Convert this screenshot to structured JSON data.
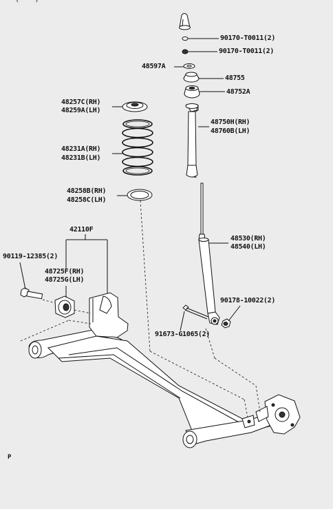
{
  "header_fragment": "(    )",
  "footer_mark": "P",
  "labels": {
    "nut_upper_1": "90170-T0011(2)",
    "nut_upper_2": "90170-T0011(2)",
    "washer": "48597A",
    "support_upper": "48755",
    "support_lower": "48752A",
    "spring_upper_seat_rh": "48257C(RH)",
    "spring_upper_seat_lh": "48259A(LH)",
    "bound_stopper_rh": "48750H(RH)",
    "bound_stopper_lh": "48760B(LH)",
    "coil_spring_rh": "48231A(RH)",
    "coil_spring_lh": "48231B(LH)",
    "spring_lower_seat_rh": "48258B(RH)",
    "spring_lower_seat_lh": "48258C(LH)",
    "axle_beam": "42110F",
    "shock_absorber_rh": "48530(RH)",
    "shock_absorber_lh": "48540(LH)",
    "bolt_bushing": "90119-12385(2)",
    "bushing_rh": "48725F(RH)",
    "bushing_lh": "48725G(LH)",
    "nut_lower": "90178-10022(2)",
    "bolt_lower": "91673-G1065(2)"
  }
}
